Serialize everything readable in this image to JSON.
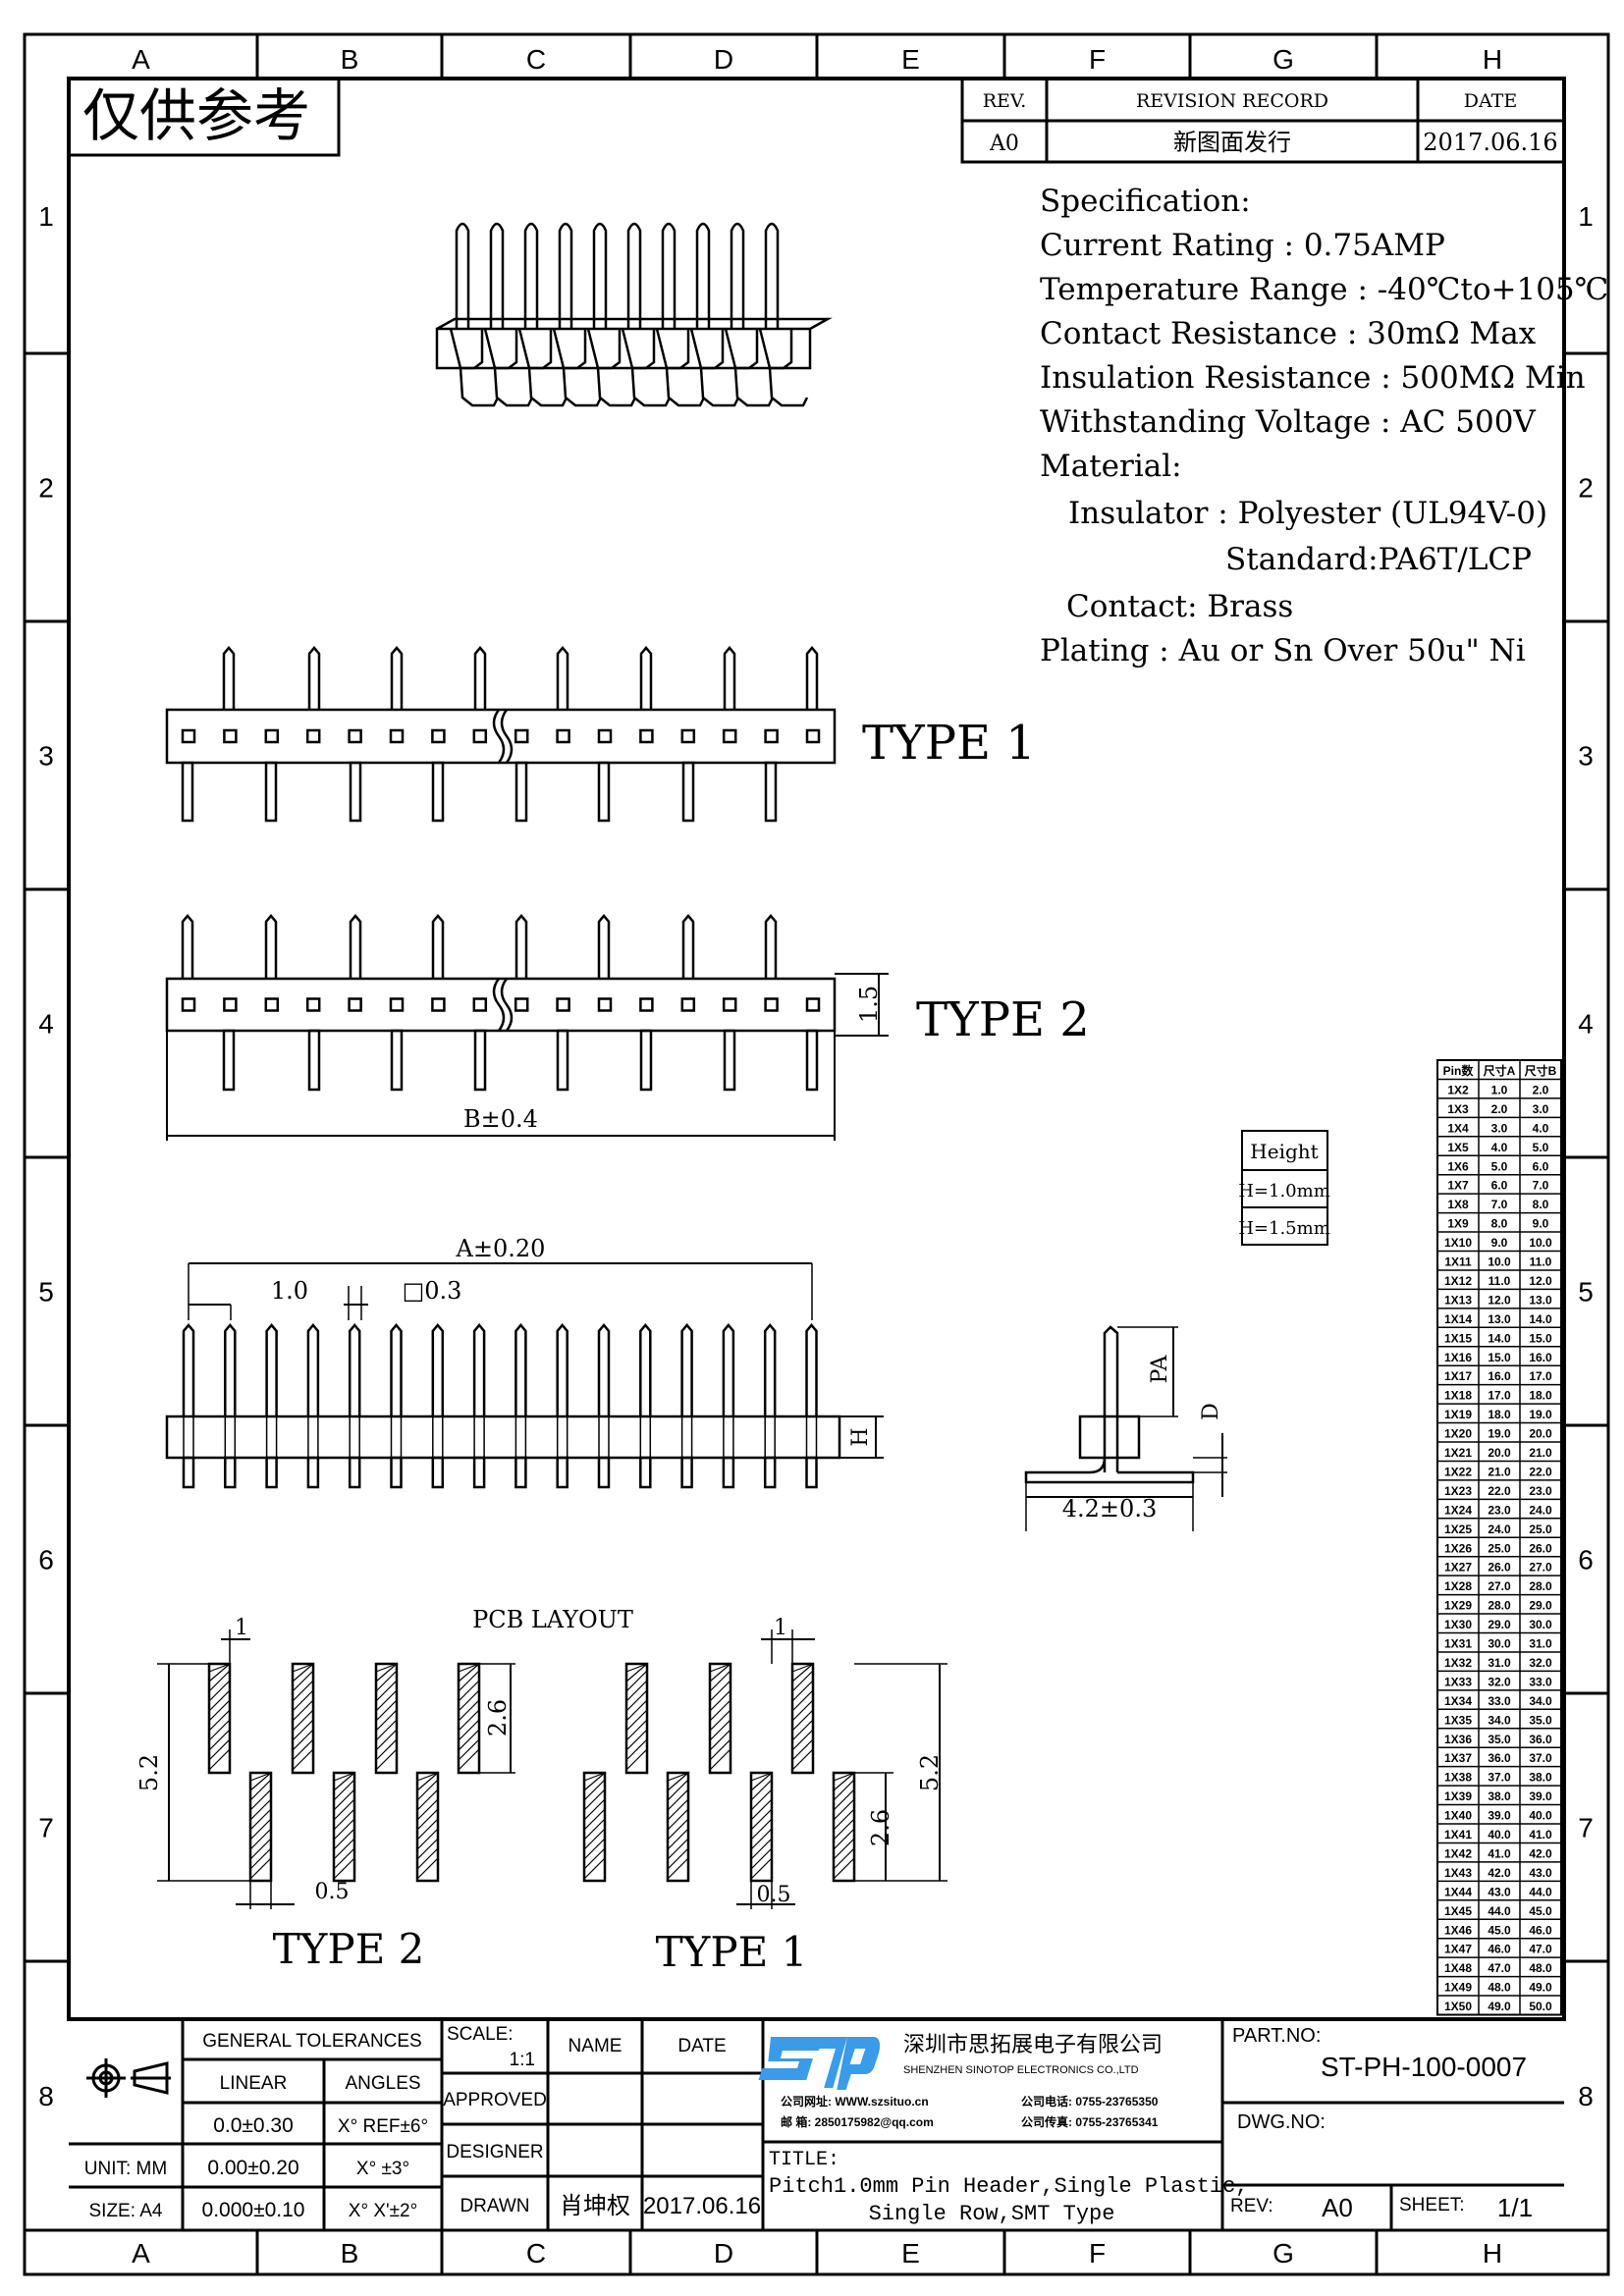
{
  "frame": {
    "columns": [
      "A",
      "B",
      "C",
      "D",
      "E",
      "F",
      "G",
      "H"
    ],
    "rows": [
      "1",
      "2",
      "3",
      "4",
      "5",
      "6",
      "7",
      "8"
    ]
  },
  "stamp": "仅供参考",
  "revision": {
    "headers": [
      "REV.",
      "REVISION RECORD",
      "DATE"
    ],
    "rows": [
      [
        "A0",
        "新图面发行",
        "2017.06.16"
      ]
    ]
  },
  "spec": {
    "lines": [
      "Specification:",
      "Current Rating : 0.75AMP",
      "Temperature Range : -40℃to+105℃",
      "Contact Resistance : 30mΩ Max",
      "Insulation Resistance : 500MΩ Min",
      "Withstanding Voltage : AC 500V",
      "Material:",
      "Insulator : Polyester (UL94V-0)",
      "Standard:PA6T/LCP",
      "Contact: Brass",
      "Plating : Au or Sn Over 50u\" Ni"
    ]
  },
  "drawing": {
    "type1_label": "TYPE 1",
    "type2_label": "TYPE 2",
    "dim_15": "1.5",
    "dim_b": "B±0.4",
    "dim_a": "A±0.20",
    "dim_pitch": "1.0",
    "dim_sq": "□0.3",
    "dim_h": "H",
    "dim_pa": "PA",
    "dim_d": "D",
    "dim_42": "4.2±0.3",
    "pcb_title": "PCB LAYOUT",
    "pcb_1": "1",
    "pcb_52": "5.2",
    "pcb_26": "2.6",
    "pcb_05": "0.5",
    "pcb_type2": "TYPE 2",
    "pcb_type1": "TYPE 1"
  },
  "height_table": [
    "Height",
    "H=1.0mm",
    "H=1.5mm"
  ],
  "pin_table": {
    "headers": [
      "Pin数",
      "尺寸A",
      "尺寸B"
    ],
    "rows": [
      [
        "1X2",
        "1.0",
        "2.0"
      ],
      [
        "1X3",
        "2.0",
        "3.0"
      ],
      [
        "1X4",
        "3.0",
        "4.0"
      ],
      [
        "1X5",
        "4.0",
        "5.0"
      ],
      [
        "1X6",
        "5.0",
        "6.0"
      ],
      [
        "1X7",
        "6.0",
        "7.0"
      ],
      [
        "1X8",
        "7.0",
        "8.0"
      ],
      [
        "1X9",
        "8.0",
        "9.0"
      ],
      [
        "1X10",
        "9.0",
        "10.0"
      ],
      [
        "1X11",
        "10.0",
        "11.0"
      ],
      [
        "1X12",
        "11.0",
        "12.0"
      ],
      [
        "1X13",
        "12.0",
        "13.0"
      ],
      [
        "1X14",
        "13.0",
        "14.0"
      ],
      [
        "1X15",
        "14.0",
        "15.0"
      ],
      [
        "1X16",
        "15.0",
        "16.0"
      ],
      [
        "1X17",
        "16.0",
        "17.0"
      ],
      [
        "1X18",
        "17.0",
        "18.0"
      ],
      [
        "1X19",
        "18.0",
        "19.0"
      ],
      [
        "1X20",
        "19.0",
        "20.0"
      ],
      [
        "1X21",
        "20.0",
        "21.0"
      ],
      [
        "1X22",
        "21.0",
        "22.0"
      ],
      [
        "1X23",
        "22.0",
        "23.0"
      ],
      [
        "1X24",
        "23.0",
        "24.0"
      ],
      [
        "1X25",
        "24.0",
        "25.0"
      ],
      [
        "1X26",
        "25.0",
        "26.0"
      ],
      [
        "1X27",
        "26.0",
        "27.0"
      ],
      [
        "1X28",
        "27.0",
        "28.0"
      ],
      [
        "1X29",
        "28.0",
        "29.0"
      ],
      [
        "1X30",
        "29.0",
        "30.0"
      ],
      [
        "1X31",
        "30.0",
        "31.0"
      ],
      [
        "1X32",
        "31.0",
        "32.0"
      ],
      [
        "1X33",
        "32.0",
        "33.0"
      ],
      [
        "1X34",
        "33.0",
        "34.0"
      ],
      [
        "1X35",
        "34.0",
        "35.0"
      ],
      [
        "1X36",
        "35.0",
        "36.0"
      ],
      [
        "1X37",
        "36.0",
        "37.0"
      ],
      [
        "1X38",
        "37.0",
        "38.0"
      ],
      [
        "1X39",
        "38.0",
        "39.0"
      ],
      [
        "1X40",
        "39.0",
        "40.0"
      ],
      [
        "1X41",
        "40.0",
        "41.0"
      ],
      [
        "1X42",
        "41.0",
        "42.0"
      ],
      [
        "1X43",
        "42.0",
        "43.0"
      ],
      [
        "1X44",
        "43.0",
        "44.0"
      ],
      [
        "1X45",
        "44.0",
        "45.0"
      ],
      [
        "1X46",
        "45.0",
        "46.0"
      ],
      [
        "1X47",
        "46.0",
        "47.0"
      ],
      [
        "1X48",
        "47.0",
        "48.0"
      ],
      [
        "1X49",
        "48.0",
        "49.0"
      ],
      [
        "1X50",
        "49.0",
        "50.0"
      ]
    ]
  },
  "title_block": {
    "general_tolerances": "GENERAL TOLERANCES",
    "linear": "LINEAR",
    "angles": "ANGLES",
    "tol_linear": [
      "0.0±0.30",
      "0.00±0.20",
      "0.000±0.10"
    ],
    "tol_angles": [
      "X° REF±6°",
      "X° ±3°",
      "X° X'±2°"
    ],
    "unit": "UNIT: MM",
    "size": "SIZE: A4",
    "scale_label": "SCALE:",
    "scale_value": "1:1",
    "name": "NAME",
    "date": "DATE",
    "approved": "APPROVED",
    "designer": "DESIGNER",
    "drawn": "DRAWN",
    "drawn_name": "肖坤权",
    "drawn_date": "2017.06.16",
    "logo_text": "STP",
    "company_cn": "深圳市思拓展电子有限公司",
    "company_en": "SHENZHEN SINOTOP ELECTRONICS CO.,LTD",
    "web": "公司网址: WWW.szsituo.cn",
    "email": "邮    箱: 2850175982@qq.com",
    "phone": "公司电话: 0755-23765350",
    "fax": "公司传真: 0755-23765341",
    "title_label": "TITLE:",
    "title_line1": "Pitch1.0mm Pin Header,Single Plastic,",
    "title_line2": "Single Row,SMT Type",
    "part_no_label": "PART.NO:",
    "part_no": "ST-PH-100-0007",
    "dwg_no_label": "DWG.NO:",
    "rev_label": "REV:",
    "rev": "A0",
    "sheet_label": "SHEET:",
    "sheet": "1/1"
  },
  "colors": {
    "logo": "#3a9be8"
  }
}
